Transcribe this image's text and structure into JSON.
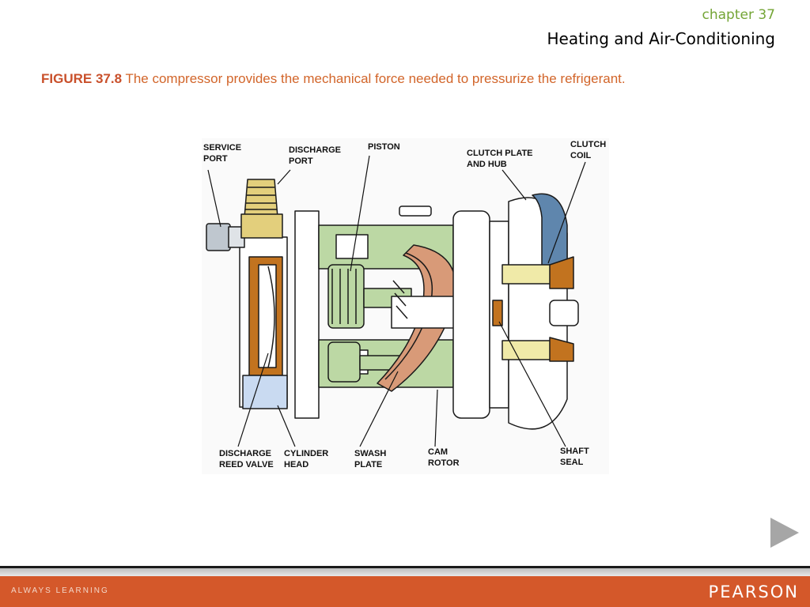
{
  "header": {
    "chapter": "chapter 37",
    "title": "Heating and Air-Conditioning"
  },
  "caption": {
    "figure": "FIGURE 37.8",
    "text": " The compressor provides the mechanical force needed to pressurize the refrigerant."
  },
  "diagram": {
    "labels": {
      "service_port": [
        "SERVICE",
        "PORT"
      ],
      "discharge_port": [
        "DISCHARGE",
        "PORT"
      ],
      "piston": [
        "PISTON"
      ],
      "clutch_plate": [
        "CLUTCH PLATE",
        "AND HUB"
      ],
      "clutch_coil": [
        "CLUTCH",
        "COIL"
      ],
      "discharge_reed_valve": [
        "DISCHARGE",
        "REED VALVE"
      ],
      "cylinder_head": [
        "CYLINDER",
        "HEAD"
      ],
      "swash_plate": [
        "SWASH",
        "PLATE"
      ],
      "cam_rotor": [
        "CAM",
        "ROTOR"
      ],
      "shaft_seal": [
        "SHAFT",
        "SEAL"
      ]
    },
    "colors": {
      "brass": "#e3cf7c",
      "copper": "#c2731f",
      "green": "#bcd8a4",
      "swash": "#d89a78",
      "blue": "#5f86ad",
      "light_blue": "#c9daf1",
      "cream": "#f0eaa8"
    }
  },
  "nav": {
    "next_icon": "play-triangle-icon"
  },
  "footer": {
    "tagline": "ALWAYS LEARNING",
    "brand": "PEARSON",
    "color": "#d4582a"
  }
}
